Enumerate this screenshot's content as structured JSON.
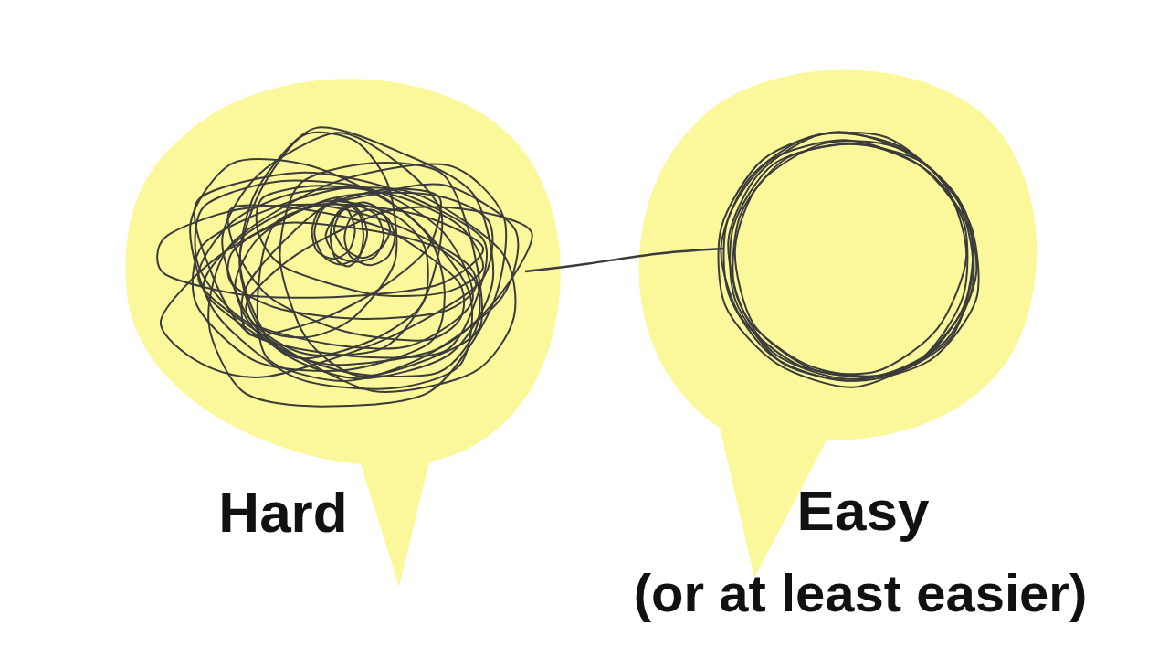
{
  "diagram": {
    "labels": [
      "Hard",
      "Easy",
      "(or at least easier)"
    ]
  }
}
